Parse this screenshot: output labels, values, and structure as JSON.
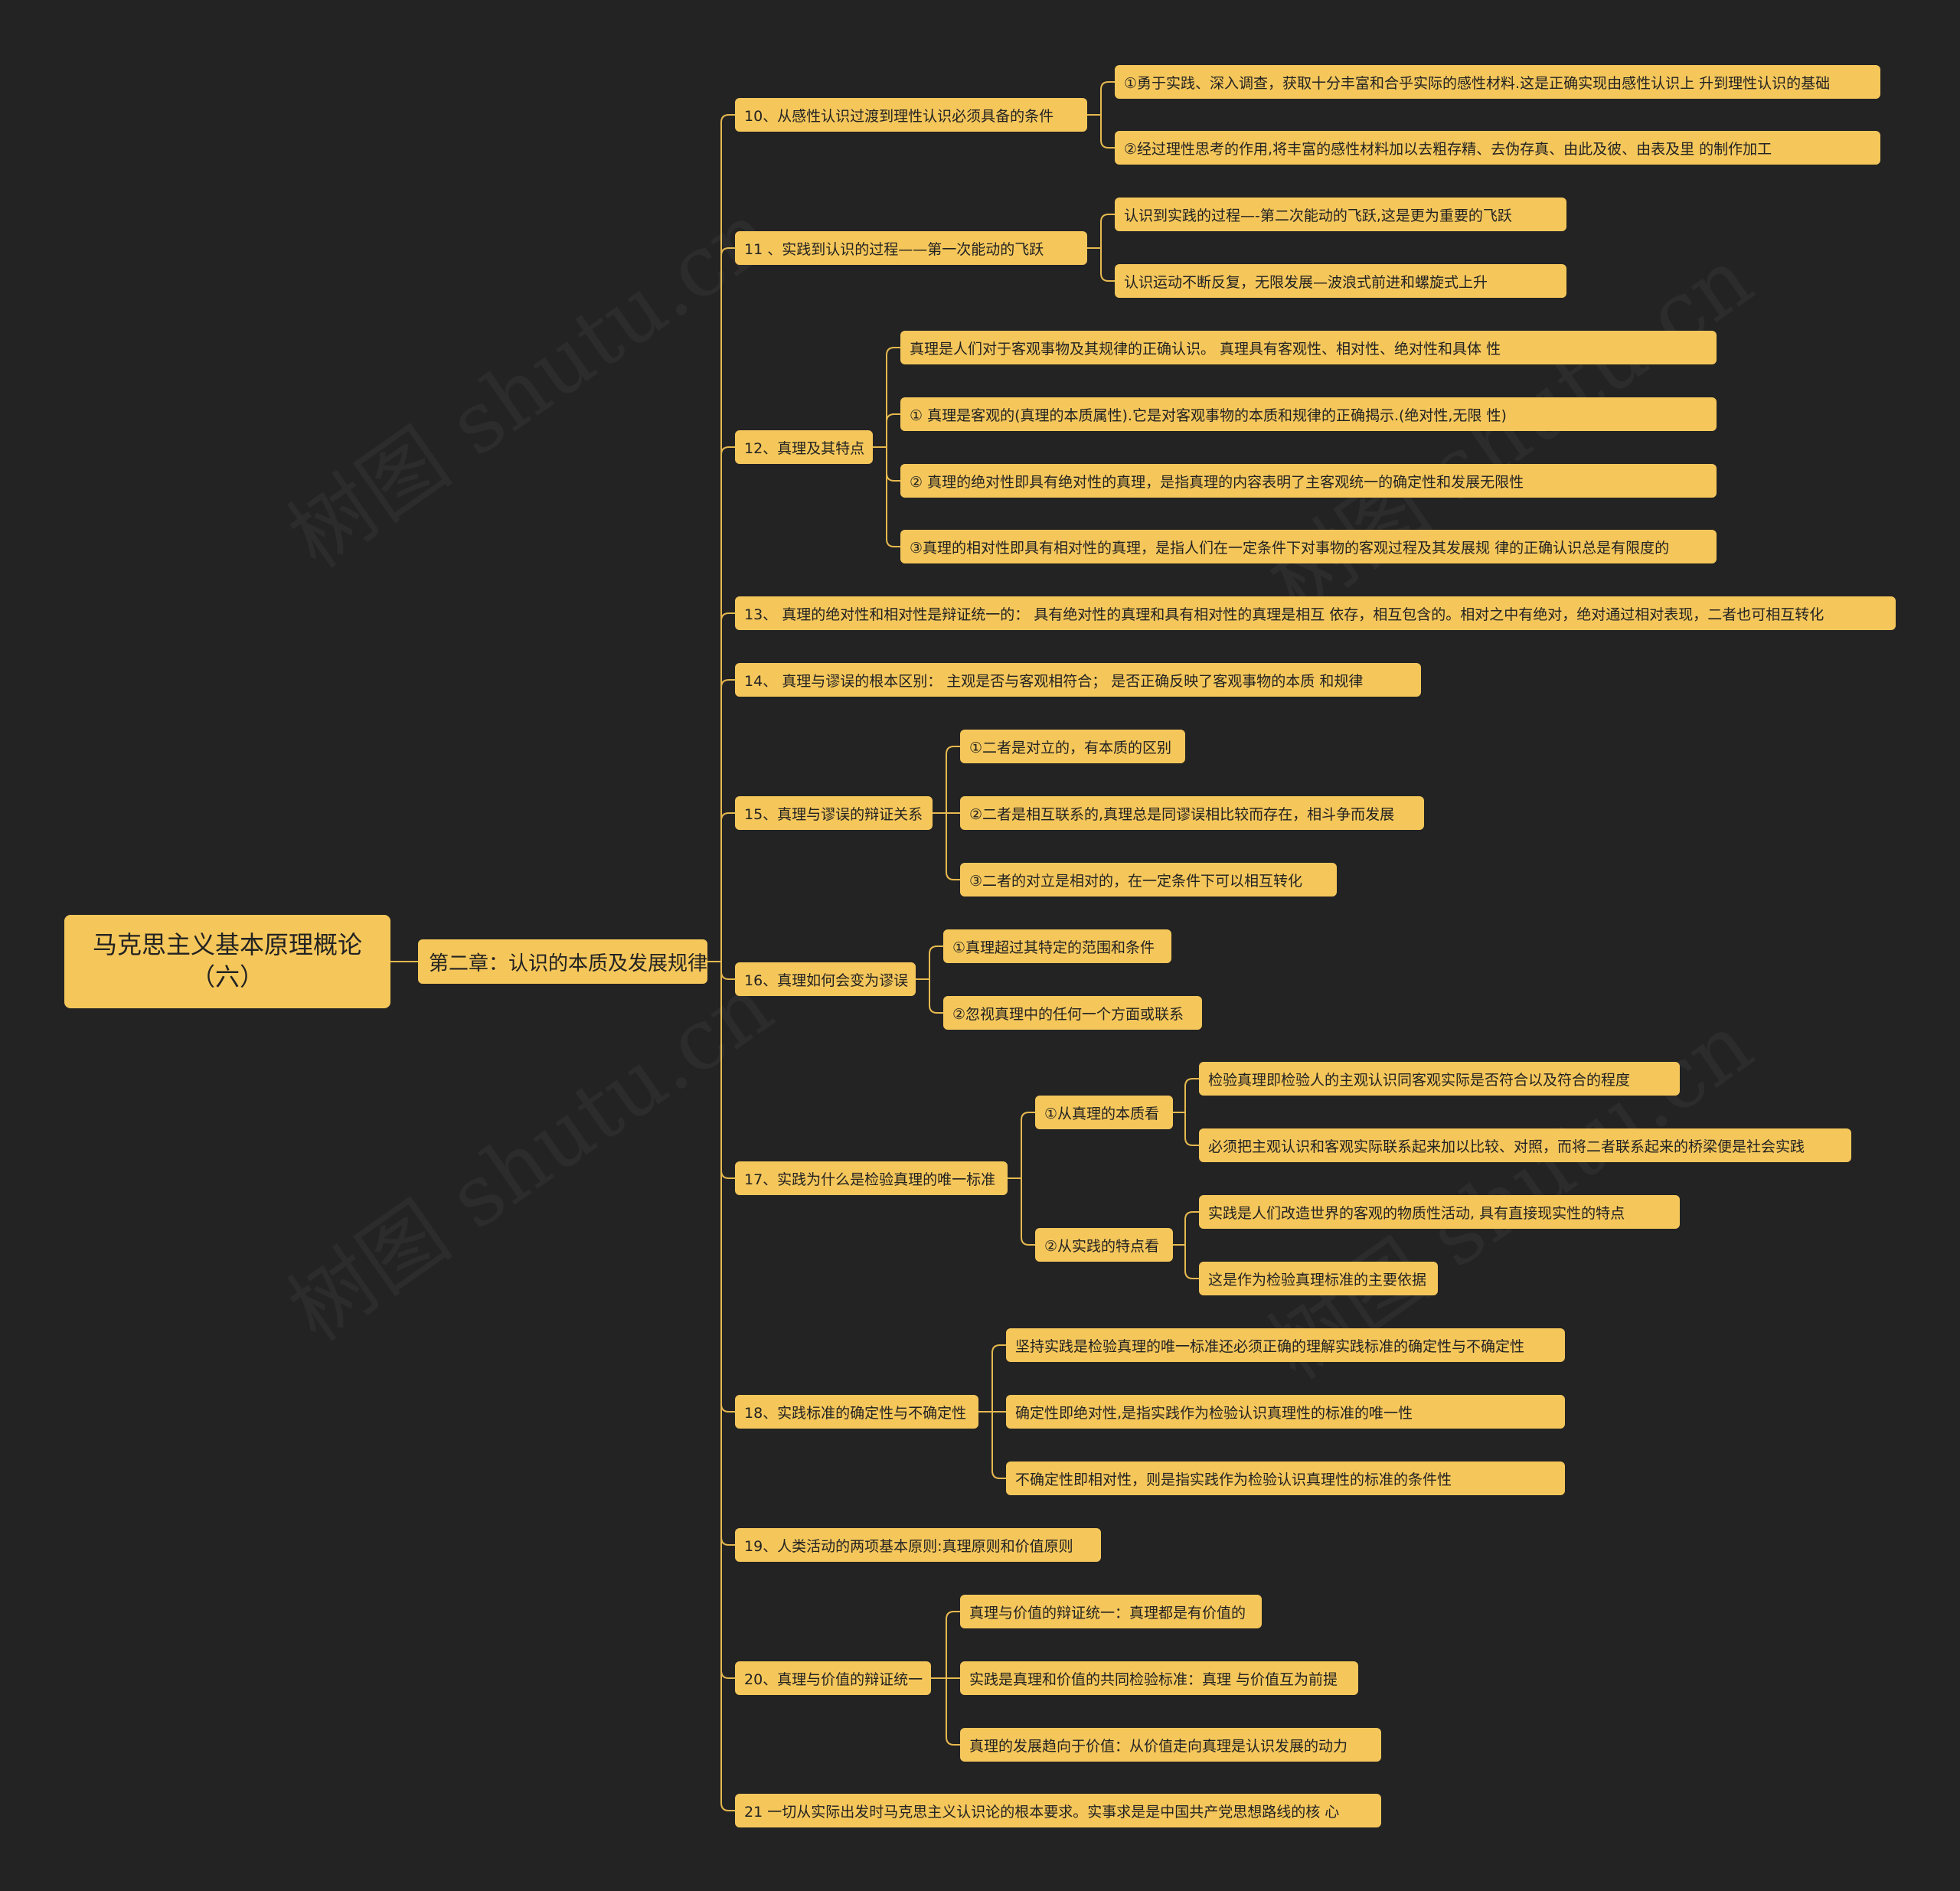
{
  "colors": {
    "background": "#232323",
    "node": "#f5c75b",
    "edge": "#e6b94f",
    "text": "#222222"
  },
  "watermark": "树图 shutu.cn",
  "root": "马克思主义基本原理概论（六）",
  "chapter": "第二章：认识的本质及发展规律",
  "topics": [
    {
      "label": "10、从感性认识过渡到理性认识必须具备的条件",
      "children": [
        {
          "label": "①勇于实践、深入调查，获取十分丰富和合乎实际的感性材料.这是正确实现由感性认识上 升到理性认识的基础"
        },
        {
          "label": "②经过理性思考的作用,将丰富的感性材料加以去粗存精、去伪存真、由此及彼、由表及里 的制作加工"
        }
      ]
    },
    {
      "label": "11 、实践到认识的过程——第一次能动的飞跃",
      "children": [
        {
          "label": "认识到实践的过程—-第二次能动的飞跃,这是更为重要的飞跃"
        },
        {
          "label": "认识运动不断反复，无限发展—波浪式前进和螺旋式上升"
        }
      ]
    },
    {
      "label": "12、真理及其特点",
      "children": [
        {
          "label": "真理是人们对于客观事物及其规律的正确认识。 真理具有客观性、相对性、绝对性和具体 性"
        },
        {
          "label": "① 真理是客观的(真理的本质属性).它是对客观事物的本质和规律的正确揭示.(绝对性,无限 性)"
        },
        {
          "label": "② 真理的绝对性即具有绝对性的真理，是指真理的内容表明了主客观统一的确定性和发展无限性"
        },
        {
          "label": "③真理的相对性即具有相对性的真理，是指人们在一定条件下对事物的客观过程及其发展规 律的正确认识总是有限度的"
        }
      ]
    },
    {
      "label": "13、 真理的绝对性和相对性是辩证统一的： 具有绝对性的真理和具有相对性的真理是相互 依存，相互包含的。相对之中有绝对，绝对通过相对表现，二者也可相互转化"
    },
    {
      "label": "14、 真理与谬误的根本区别： 主观是否与客观相符合； 是否正确反映了客观事物的本质 和规律"
    },
    {
      "label": "15、真理与谬误的辩证关系",
      "children": [
        {
          "label": "①二者是对立的，有本质的区别"
        },
        {
          "label": "②二者是相互联系的,真理总是同谬误相比较而存在，相斗争而发展"
        },
        {
          "label": "③二者的对立是相对的，在一定条件下可以相互转化"
        }
      ]
    },
    {
      "label": "16、真理如何会变为谬误",
      "children": [
        {
          "label": "①真理超过其特定的范围和条件"
        },
        {
          "label": "②忽视真理中的任何一个方面或联系"
        }
      ]
    },
    {
      "label": "17、实践为什么是检验真理的唯一标准",
      "children": [
        {
          "label": "①从真理的本质看",
          "children": [
            {
              "label": "检验真理即检验人的主观认识同客观实际是否符合以及符合的程度"
            },
            {
              "label": "必须把主观认识和客观实际联系起来加以比较、对照，而将二者联系起来的桥梁便是社会实践"
            }
          ]
        },
        {
          "label": "②从实践的特点看",
          "children": [
            {
              "label": "实践是人们改造世界的客观的物质性活动, 具有直接现实性的特点"
            },
            {
              "label": "这是作为检验真理标准的主要依据"
            }
          ]
        }
      ]
    },
    {
      "label": "18、实践标准的确定性与不确定性",
      "children": [
        {
          "label": "坚持实践是检验真理的唯一标准还必须正确的理解实践标准的确定性与不确定性"
        },
        {
          "label": "确定性即绝对性,是指实践作为检验认识真理性的标准的唯一性"
        },
        {
          "label": "不确定性即相对性，则是指实践作为检验认识真理性的标准的条件性"
        }
      ]
    },
    {
      "label": "19、人类活动的两项基本原则:真理原则和价值原则"
    },
    {
      "label": "20、真理与价值的辩证统一",
      "children": [
        {
          "label": "真理与价值的辩证统一：真理都是有价值的"
        },
        {
          "label": "实践是真理和价值的共同检验标准：真理 与价值互为前提"
        },
        {
          "label": "真理的发展趋向于价值：从价值走向真理是认识发展的动力"
        }
      ]
    },
    {
      "label": "21 一切从实际出发时马克思主义认识论的根本要求。实事求是是中国共产党思想路线的核 心"
    }
  ]
}
